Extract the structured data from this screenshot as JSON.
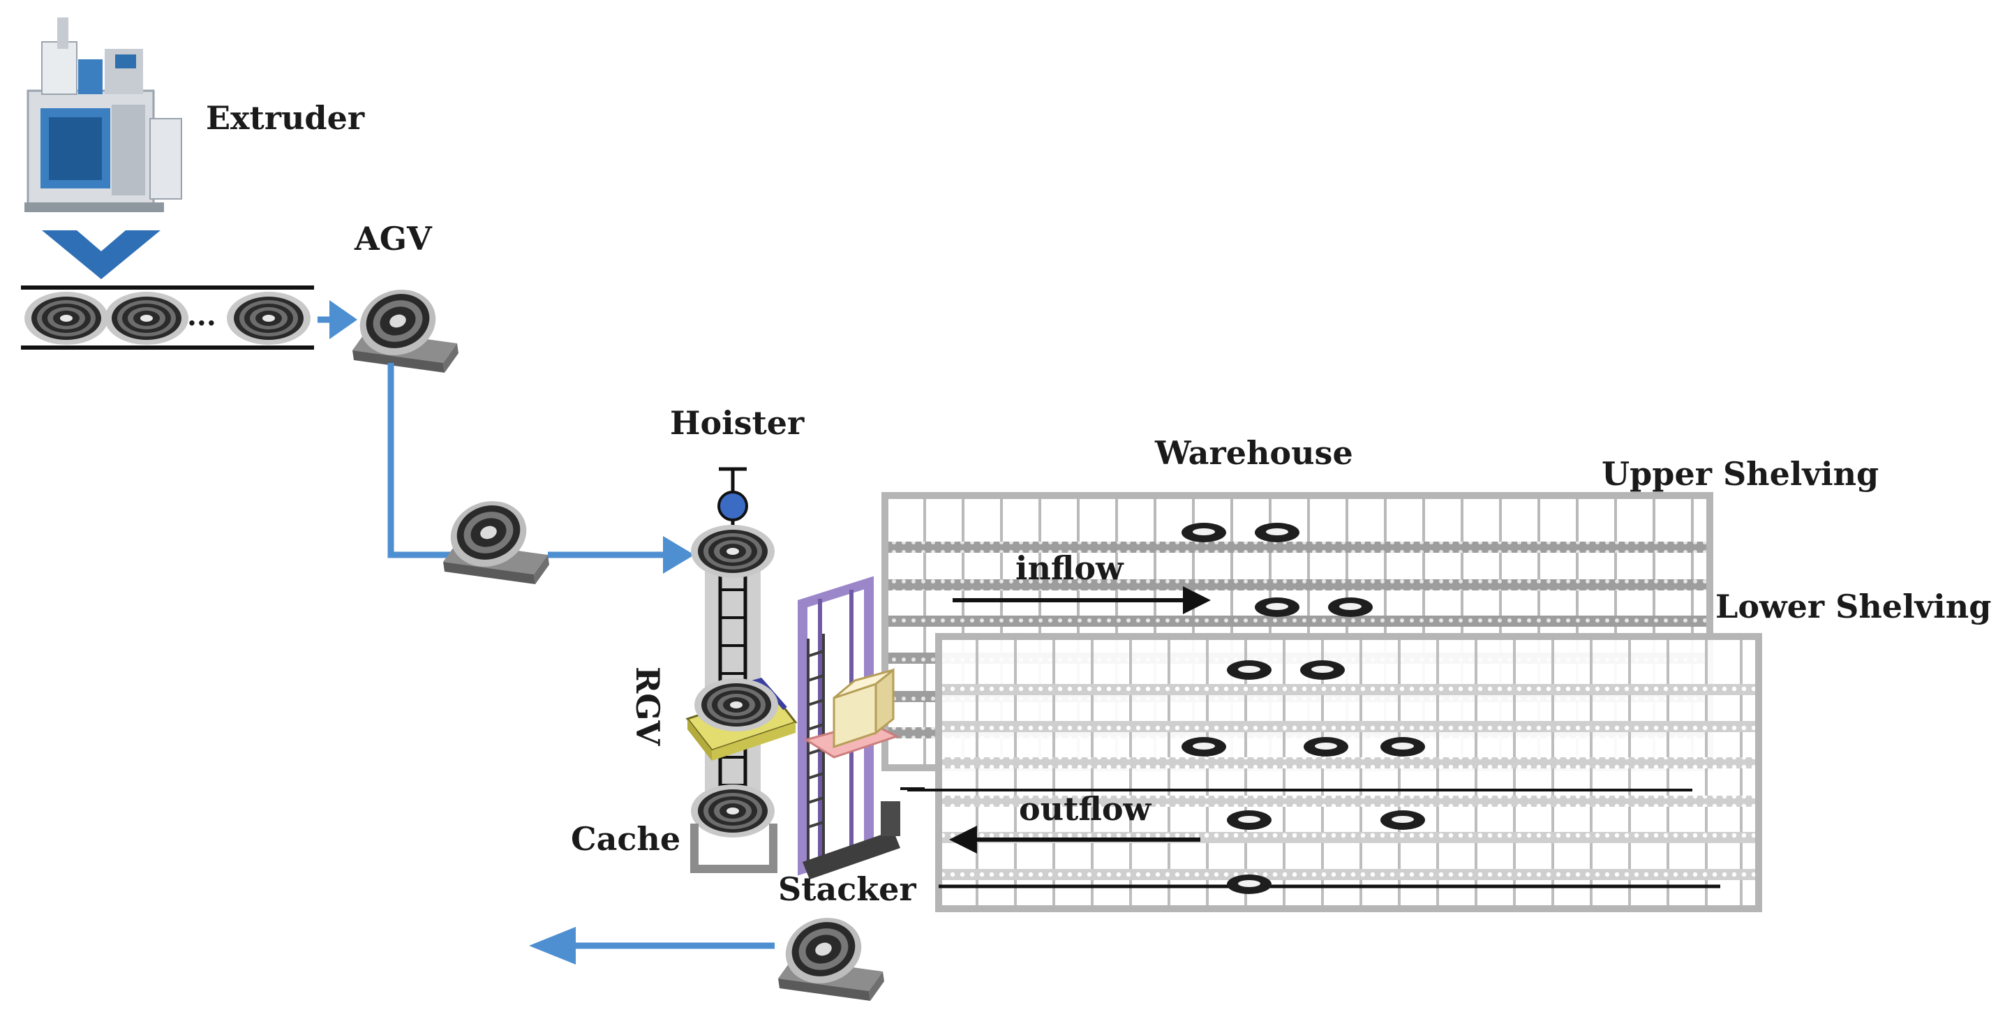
{
  "labels": {
    "extruder": "Extruder",
    "agv": "AGV",
    "hoister": "Hoister",
    "warehouse": "Warehouse",
    "upper_shelving": "Upper Shelving",
    "lower_shelving": "Lower Shelving",
    "inflow": "inflow",
    "outflow": "outflow",
    "rgv": "RGV",
    "cache": "Cache",
    "stacker": "Stacker",
    "conveyor_ellipsis": "..."
  },
  "colors": {
    "flow_arrow": "#4d8fd1",
    "extruder_chevron": "#2f6fb6",
    "shelf_frame": "#a7a7a7",
    "stacker_frame": "#9b86c9",
    "hoister_column": "#cfcfcf",
    "hoister_knob": "#3c6bc4",
    "rgv_platform": "#e3dc6f",
    "stacker_cargo": "#f3e9bf",
    "text": "#1a1a1a"
  },
  "icons": {
    "extruder": "extruder-machine-icon",
    "agv": "agv-vehicle-icon",
    "coil": "coil-reel-icon",
    "stacker": "stacker-crane-icon",
    "rgv": "rgv-shuttle-icon"
  }
}
